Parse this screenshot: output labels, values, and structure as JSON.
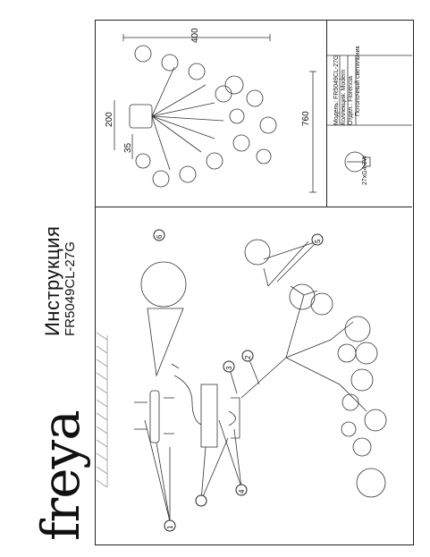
{
  "brand": "freya",
  "doc_title": "Инструкция",
  "model_code": "FR5049CL-27G",
  "dimensions": {
    "width": "400",
    "height": "200",
    "height_canopy": "35",
    "diameter": "760"
  },
  "spec_table": {
    "model_label": "Модель:",
    "model_value": "FR5049CL-27G",
    "collection_label": "Коллекция:",
    "collection_value": "Modern",
    "finish_label": "Отдел.:",
    "finish_value": "Florencia",
    "type_value": "Потолочный светильник"
  },
  "lamp_spec": "27xG4 3W",
  "step_numbers": [
    "1",
    "2",
    "3",
    "4",
    "5",
    "6"
  ]
}
